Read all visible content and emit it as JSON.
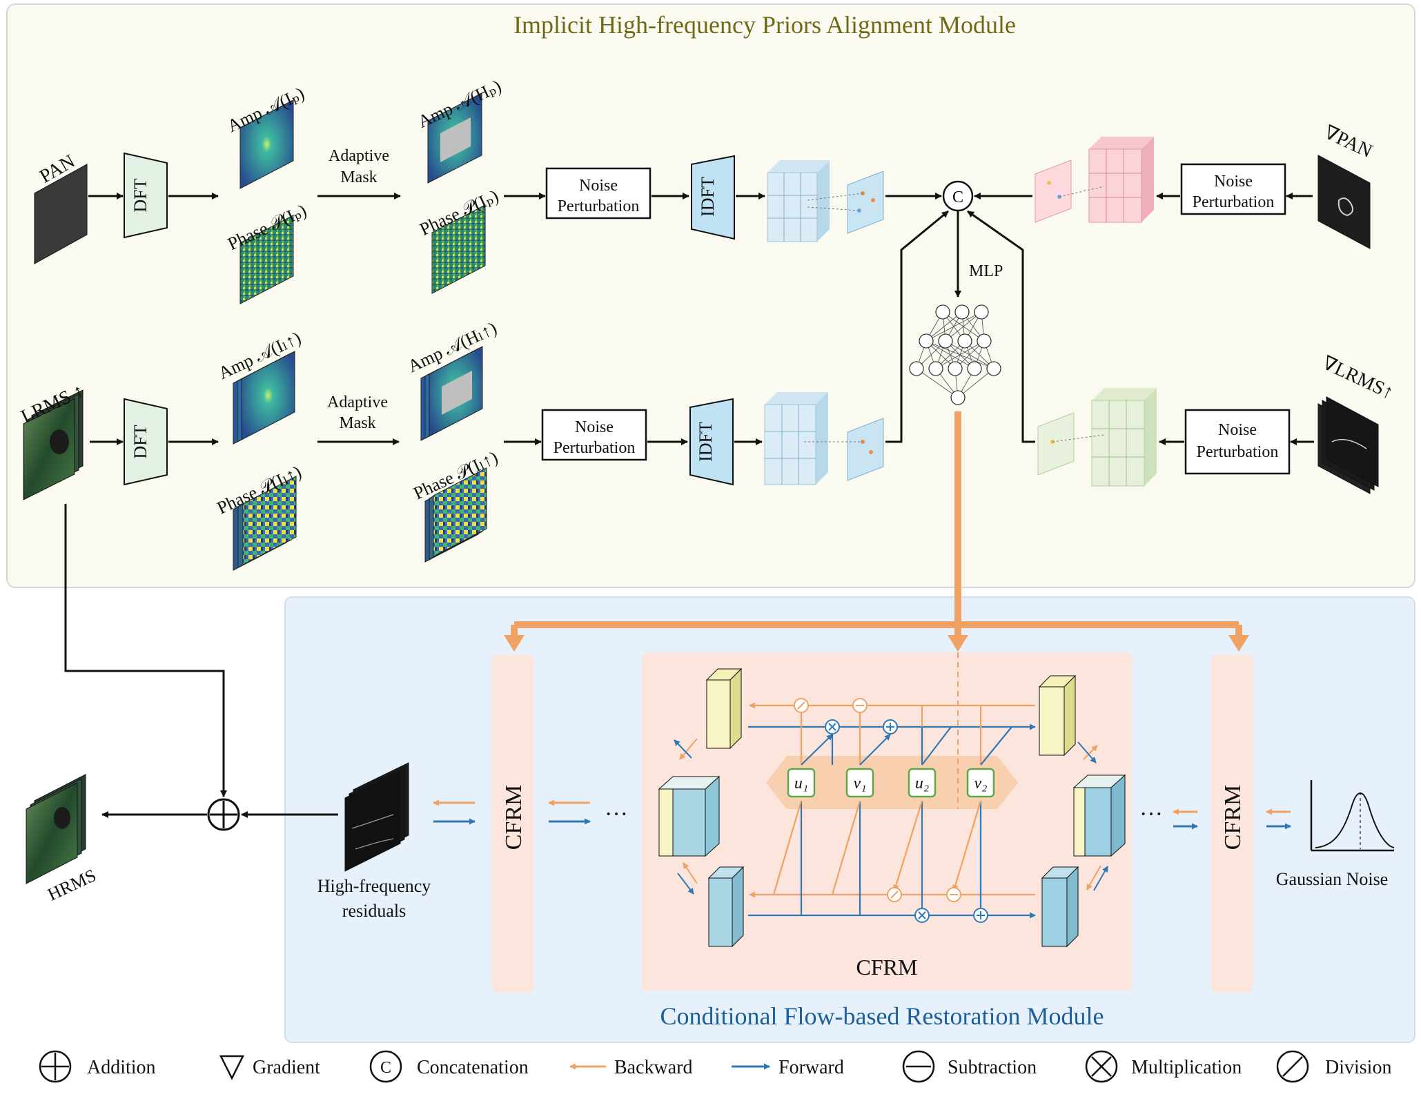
{
  "top_module": {
    "title": "Implicit High-frequency Priors Alignment Module",
    "pan_label": "PAN",
    "lrms_label": "LRMS ↑",
    "dft_label": "DFT",
    "idft_label": "IDFT",
    "amp_p_label": "Amp 𝒜(Iₚ)",
    "phase_p_label": "Phase 𝒫(Iₚ)",
    "adaptive_mask_label_1": "Adaptive",
    "adaptive_mask_label_2": "Mask",
    "amp_hp_label": "Amp 𝒜(Hₚ)",
    "phase_p2_label": "Phase 𝒫(Iₚ)",
    "amp_l_label": "Amp 𝒜(Iₗ↑)",
    "phase_l_label": "Phase 𝒫(Iₗ↑)",
    "amp_hl_label": "Amp 𝒜(Hₗ↑)",
    "phase_l2_label": "Phase 𝒫(Iₗ↑)",
    "noise_line1": "Noise",
    "noise_line2": "Perturbation",
    "concat_symbol": "C",
    "mlp_label": "MLP",
    "grad_pan_label": "∇PAN",
    "grad_lrms_label": "∇LRMS↑"
  },
  "bottom_module": {
    "title": "Conditional Flow-based Restoration Module",
    "cfrm_label": "CFRM",
    "ellipsis": "···",
    "hf_line1": "High-frequency",
    "hf_line2": "residuals",
    "hrms_label": "HRMS",
    "gaussian_label": "Gaussian Noise",
    "u1": "u₁",
    "v1": "v₁",
    "u2": "u₂",
    "v2": "v₂"
  },
  "legend": [
    {
      "symbol": "addition",
      "label": "Addition"
    },
    {
      "symbol": "gradient",
      "label": "Gradient"
    },
    {
      "symbol": "concatenation",
      "label": "Concatenation"
    },
    {
      "symbol": "backward",
      "label": "Backward"
    },
    {
      "symbol": "forward",
      "label": "Forward"
    },
    {
      "symbol": "subtraction",
      "label": "Subtraction"
    },
    {
      "symbol": "multiplication",
      "label": "Multiplication"
    },
    {
      "symbol": "division",
      "label": "Division"
    }
  ],
  "colors": {
    "top_bg": "#fbfaf1",
    "bottom_bg": "#e6f1fb",
    "orange": "#f0a265",
    "blue": "#2f78b7",
    "dft_fill": "#e3f0e4",
    "idft_fill": "#bfe2f4",
    "node_green": "#5fa84a"
  }
}
